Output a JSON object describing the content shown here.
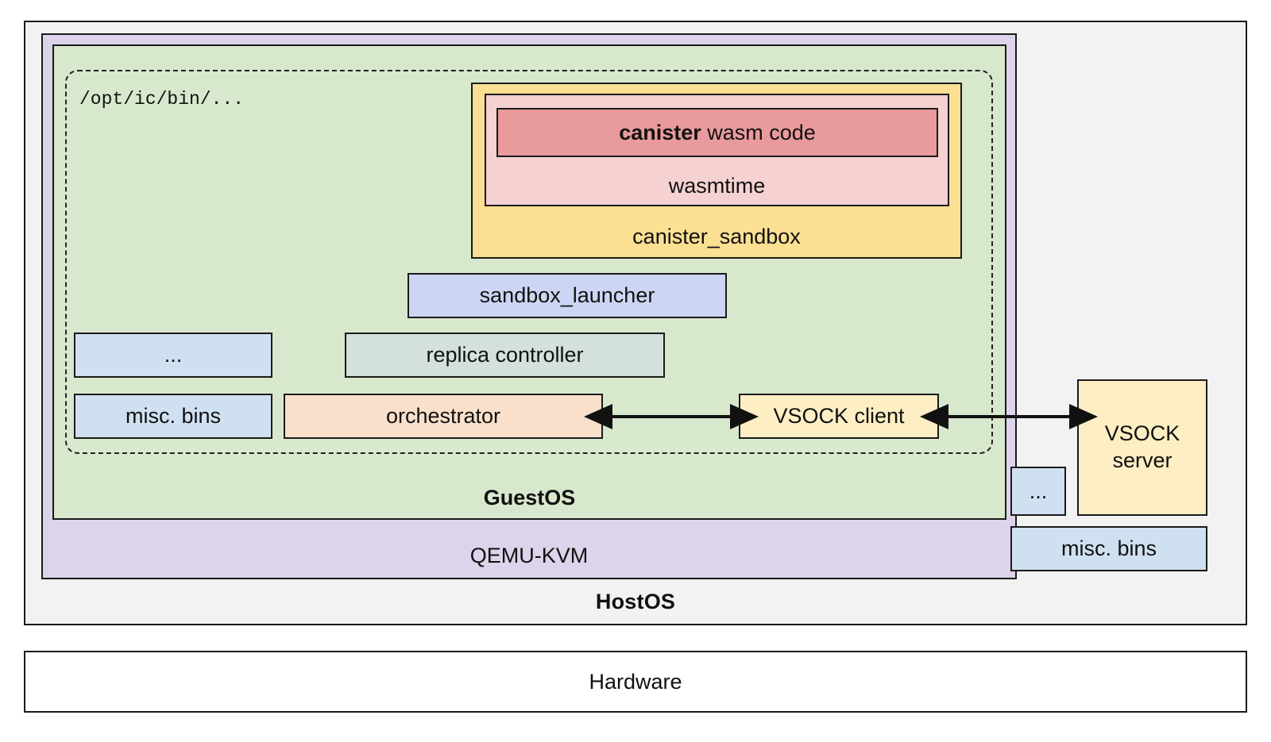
{
  "diagram": {
    "layers": {
      "hardware": "Hardware",
      "hostos": "HostOS",
      "qemu_kvm": "QEMU-KVM",
      "guestos": "GuestOS"
    },
    "guest": {
      "bin_path_label": "/opt/ic/bin/...",
      "canister_sandbox": "canister_sandbox",
      "wasmtime": "wasmtime",
      "canister_wasm_code": {
        "emphasis": "canister",
        "rest": " wasm code",
        "full": "canister wasm code"
      },
      "sandbox_launcher": "sandbox_launcher",
      "replica_controller": "replica controller",
      "ellipsis": "...",
      "misc_bins": "misc. bins",
      "orchestrator": "orchestrator",
      "vsock_client": "VSOCK client"
    },
    "host": {
      "vsock_server_line1": "VSOCK",
      "vsock_server_line2": "server",
      "ellipsis": "...",
      "misc_bins": "misc. bins"
    },
    "connections": [
      {
        "id": "orchestrator-vsock-client",
        "from": "orchestrator",
        "to": "VSOCK client",
        "direction": "bidirectional"
      },
      {
        "id": "vsock-client-vsock-server",
        "from": "VSOCK client",
        "to": "VSOCK server",
        "direction": "bidirectional"
      }
    ],
    "colors": {
      "hostos_fill": "#f2f2f2",
      "hardware_fill": "#ffffff",
      "qemu_fill": "#ddd3ea",
      "guestos_fill": "#d8e8cd",
      "canister_sandbox_fill": "#fbdf92",
      "wasmtime_fill": "#f5d1d2",
      "canister_wasm_fill": "#e99a9c",
      "sandbox_launcher_fill": "#ccd6f4",
      "replica_controller_fill": "#d3e0dc",
      "misc_bins_fill": "#cfe0f1",
      "orchestrator_fill": "#fae0ca",
      "vsock_fill": "#fdeec3",
      "stroke": "#1a1a1a"
    }
  }
}
